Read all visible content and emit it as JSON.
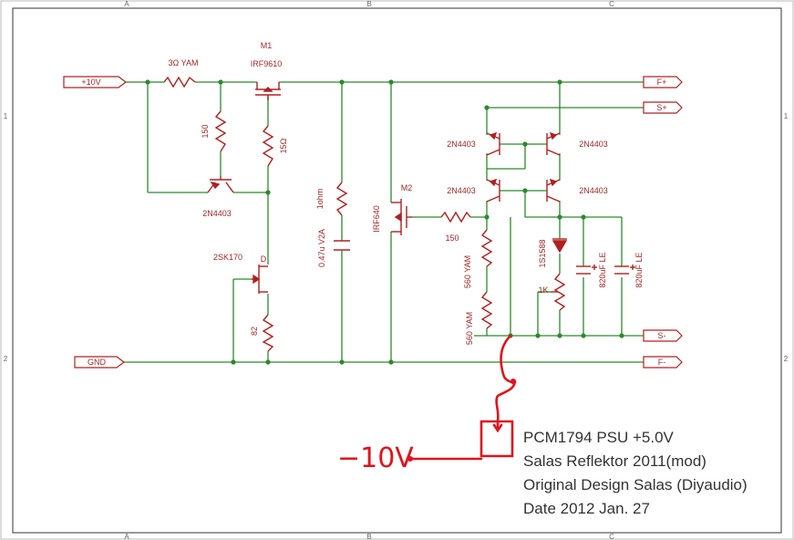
{
  "grid": {
    "columns": [
      "A",
      "B",
      "C"
    ],
    "rows": [
      "1",
      "2"
    ]
  },
  "ports": {
    "in_pos": "+10V",
    "gnd": "GND",
    "f_plus": "F+",
    "s_plus": "S+",
    "s_minus": "S-",
    "f_minus": "F-"
  },
  "parts": {
    "r_30ohm": "3Ω YAM",
    "m1_ref": "M1",
    "m1_part": "IRF9610",
    "r_150_left": "150",
    "r_150_mid": "15Ω",
    "q_2n4403_left": "2N4403",
    "jfet": "2SK170",
    "jfet_pin": "D",
    "r_82": "82",
    "r_1ohm": "1ohm",
    "c_047": "0.47u V2A",
    "m2_ref": "M2",
    "m2_part": "IRF640",
    "r_gate_150": "150",
    "q_tl": "2N4403",
    "q_tr": "2N4403",
    "q_bl": "2N4403",
    "q_br": "2N4403",
    "r_560_top": "560 YAM",
    "r_560_bot": "560 YAM",
    "diode": "1S1588",
    "pot": "1K",
    "c_820_a": "820uF LE",
    "c_820_b": "820uF LE"
  },
  "title_block": {
    "line1": "PCM1794 PSU +5.0V",
    "line2": "Salas Reflektor 2011(mod)",
    "line3": "Original Design Salas (Diyaudio)",
    "line4": "Date 2012 Jan. 27"
  },
  "annotation": {
    "text": "−10V"
  },
  "colors": {
    "wire": "#2b8a2b",
    "part": "#b02020",
    "ink": "#e0141c",
    "frame": "#333333"
  }
}
